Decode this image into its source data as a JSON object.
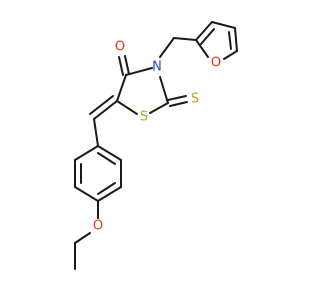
{
  "molecule": {
    "atoms": {
      "O_carbonyl": "O",
      "N_ring": "N",
      "S_ring": "S",
      "S_thione": "S",
      "O_furan": "O",
      "O_ether": "O"
    },
    "colors": {
      "bond": "#1a1a1a",
      "oxygen": "#e8321c",
      "nitrogen": "#2f3fd0",
      "sulfur": "#b8a21a"
    }
  }
}
